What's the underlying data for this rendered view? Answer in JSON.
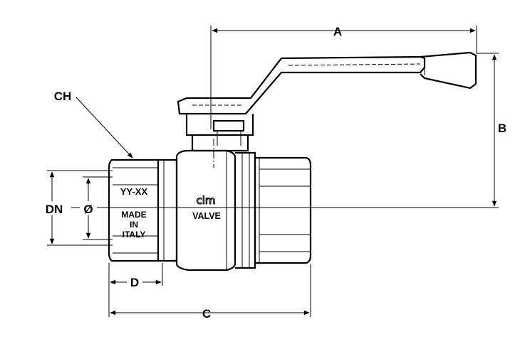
{
  "dimensions": {
    "a": "A",
    "b": "B",
    "c": "C",
    "d": "D",
    "ch": "CH",
    "dn": "DN",
    "diameter": "Ø"
  },
  "body_markings": {
    "size_code": "YY-XX",
    "made_line1": "MADE",
    "made_line2": "IN",
    "made_line3": "ITALY",
    "logo": "cim",
    "valve": "VALVE"
  }
}
